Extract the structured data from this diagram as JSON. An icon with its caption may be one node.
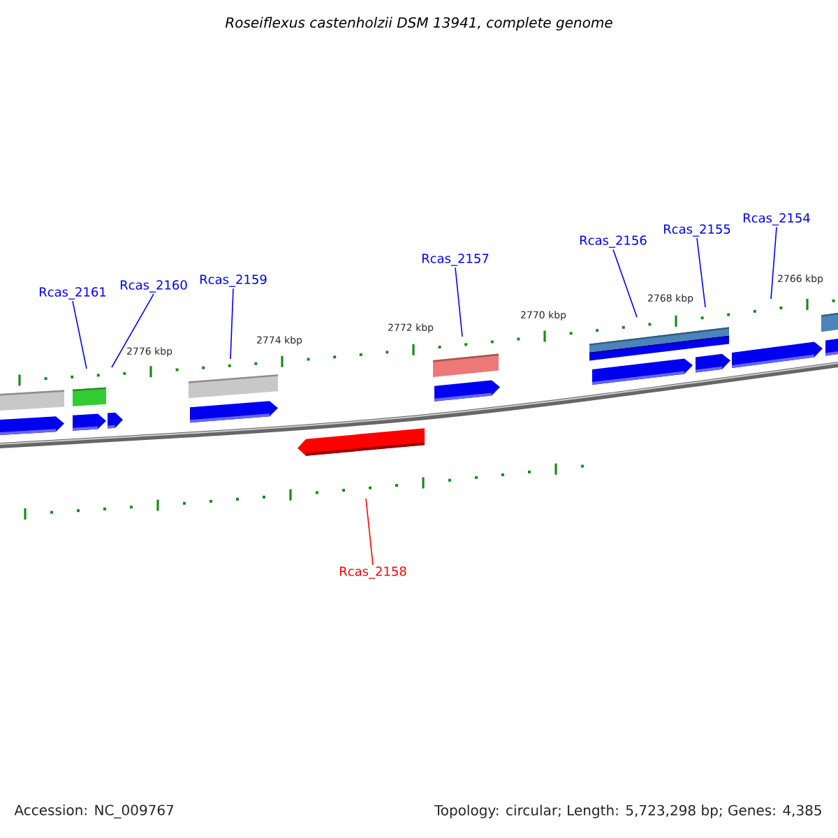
{
  "diagram": {
    "title": "Roseiflexus castenholzii DSM 13941, complete genome",
    "nodes": [
      {
        "text": [
          "Rcas_2161"
        ]
      },
      {
        "text": [
          "Rcas_2160"
        ]
      },
      {
        "text": [
          "Rcas_2159"
        ]
      },
      {
        "text": [
          "Rcas_2157"
        ]
      },
      {
        "text": [
          "Rcas_2156"
        ]
      },
      {
        "text": [
          "Rcas_2155"
        ]
      },
      {
        "text": [
          "Rcas_2154"
        ]
      },
      {
        "text": [
          "Rcas_2158"
        ]
      }
    ],
    "edges": [
      {
        "from": 0,
        "to": null,
        "arrow": "none"
      },
      {
        "from": 1,
        "to": null,
        "arrow": "none"
      },
      {
        "from": 2,
        "to": null,
        "arrow": "none"
      },
      {
        "from": 3,
        "to": null,
        "arrow": "none"
      },
      {
        "from": 4,
        "to": null,
        "arrow": "none"
      },
      {
        "from": 5,
        "to": null,
        "arrow": "none"
      },
      {
        "from": 6,
        "to": null,
        "arrow": "none"
      },
      {
        "from": 7,
        "to": null,
        "arrow": "none",
        "color": "#ff0000"
      }
    ],
    "labels": [
      "2766 kbp",
      "2768 kbp",
      "2770 kbp",
      "2772 kbp",
      "2774 kbp",
      "2776 kbp",
      "Accession: NC_009767",
      "Topology: circular; Length: 5,723,298 bp; Genes: 4,385"
    ]
  }
}
